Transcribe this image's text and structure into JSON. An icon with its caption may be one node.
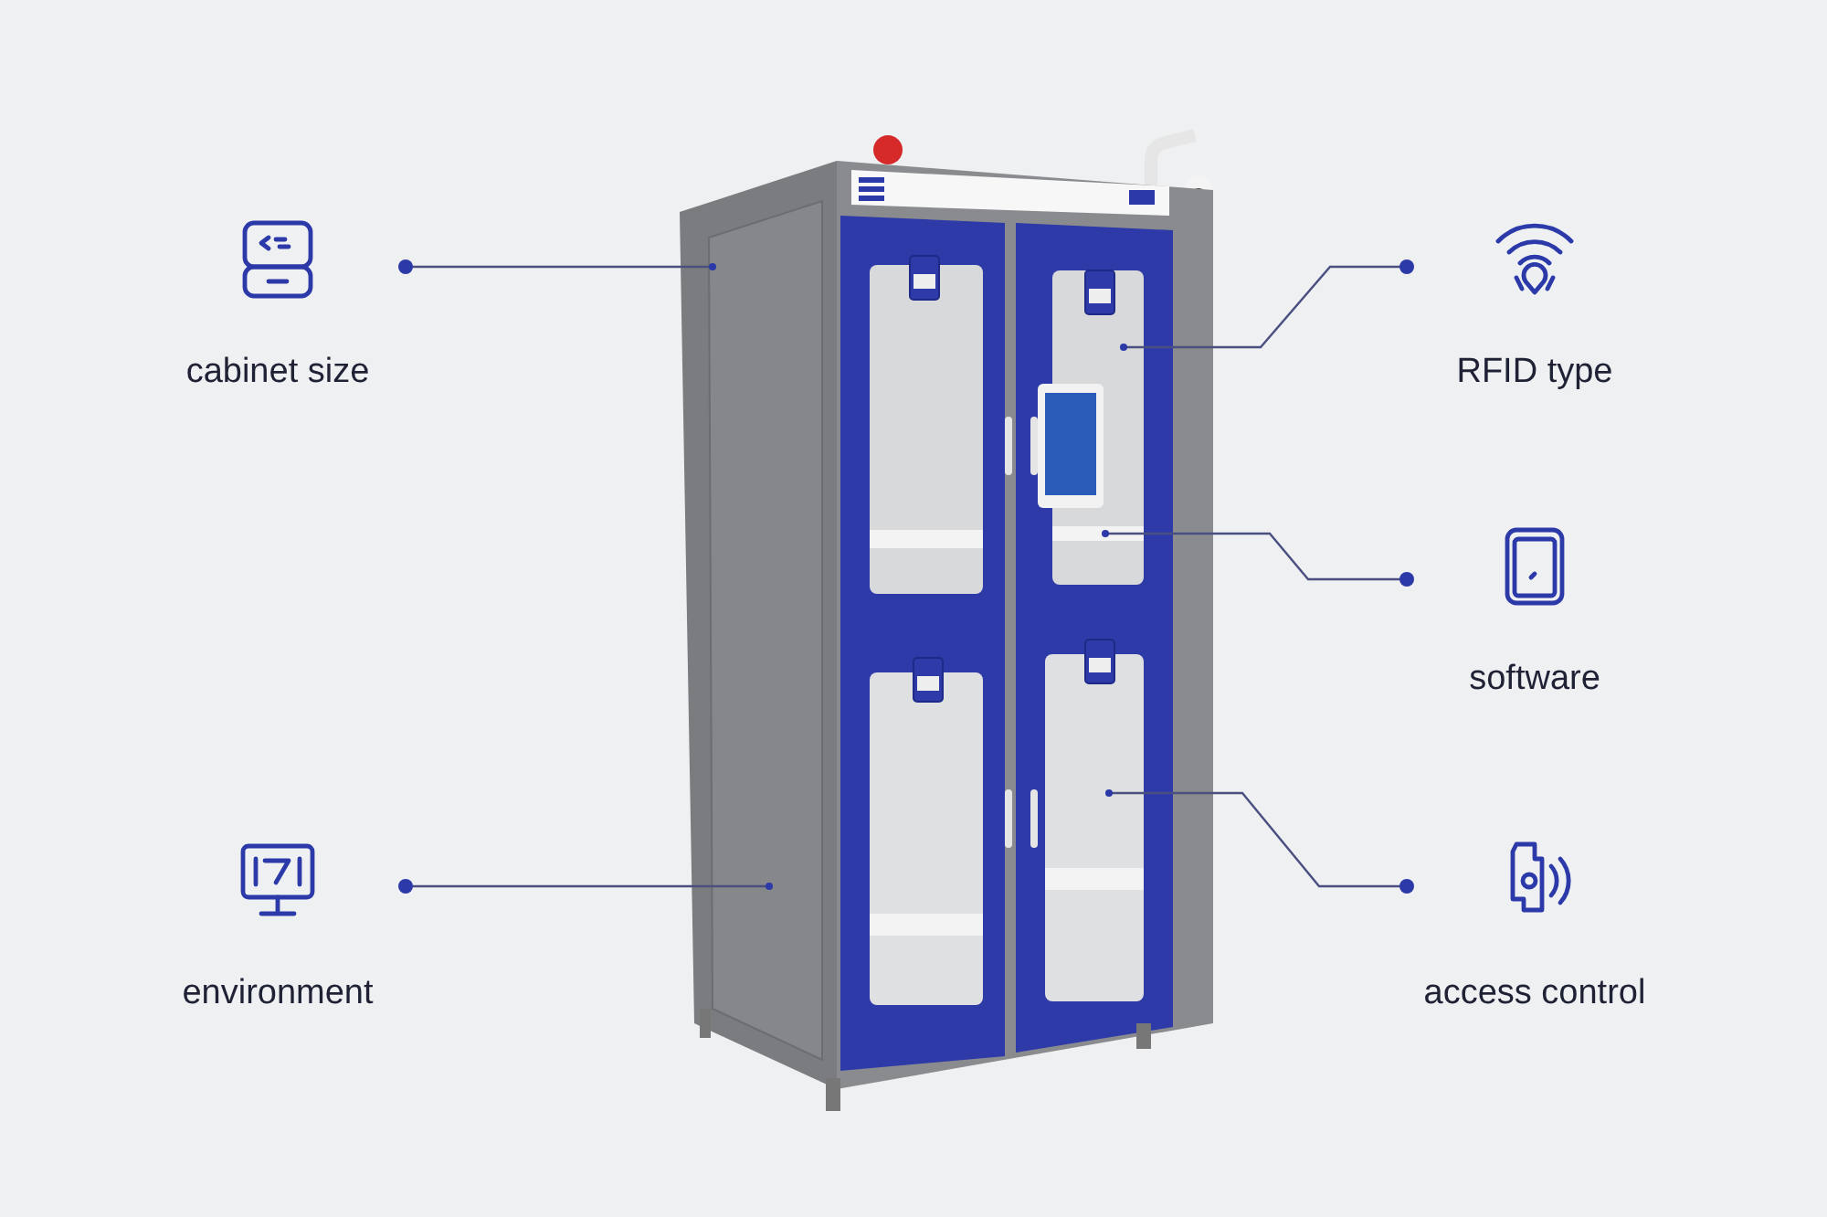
{
  "diagram": {
    "nodes": [
      {
        "text": [
          "cabinet size"
        ]
      },
      {
        "text": [
          "RFID type"
        ]
      },
      {
        "text": [
          "software"
        ]
      },
      {
        "text": [
          "environment"
        ]
      },
      {
        "text": [
          "access control"
        ]
      }
    ],
    "edges": [
      {
        "from": 0,
        "to": null,
        "arrow": "other"
      },
      {
        "from": 1,
        "to": null,
        "arrow": "other"
      },
      {
        "from": 2,
        "to": null,
        "arrow": "other"
      },
      {
        "from": 3,
        "to": null,
        "arrow": "other"
      },
      {
        "from": 4,
        "to": null,
        "arrow": "other"
      }
    ]
  }
}
